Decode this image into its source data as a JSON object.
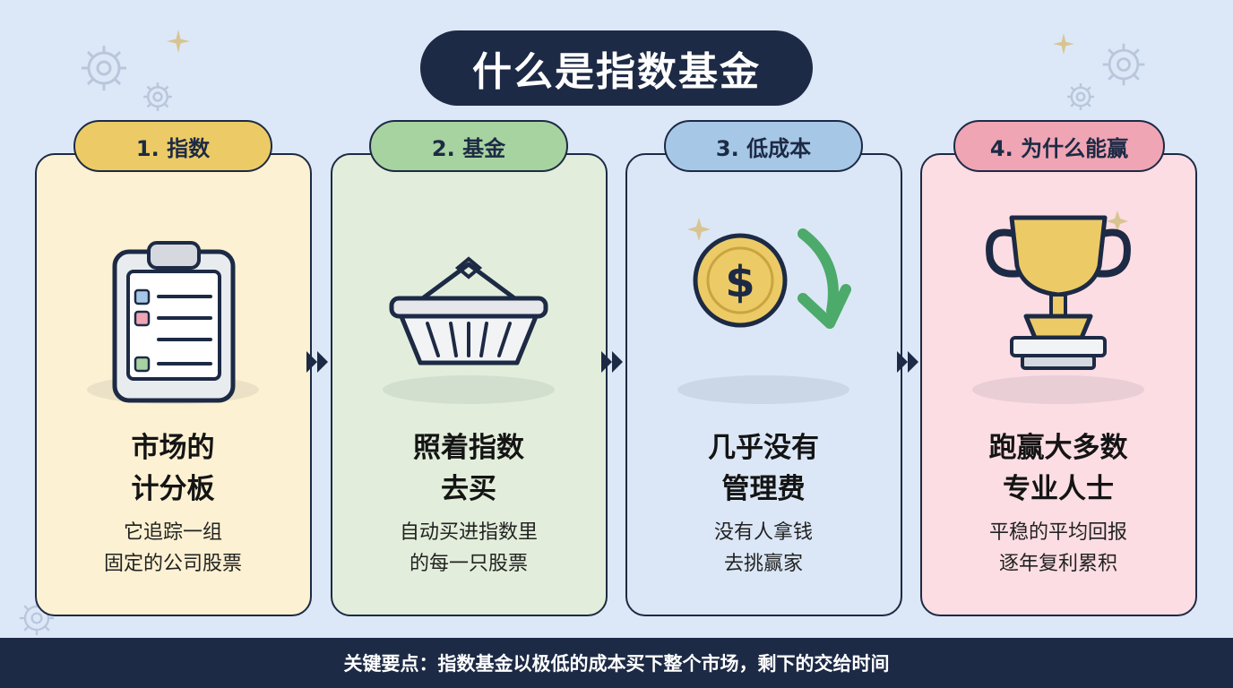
{
  "title": "什么是指数基金",
  "cards": [
    {
      "tab": "1. 指数",
      "icon": "clipboard-icon",
      "headline_line1": "市场的",
      "headline_line2": "计分板",
      "desc_line1": "它追踪一组",
      "desc_line2": "固定的公司股票",
      "bg_color": "#fcf1d2",
      "tab_color": "#eccb66"
    },
    {
      "tab": "2. 基金",
      "icon": "basket-icon",
      "headline_line1": "照着指数",
      "headline_line2": "去买",
      "desc_line1": "自动买进指数里",
      "desc_line2": "的每一只股票",
      "bg_color": "#e2eedb",
      "tab_color": "#a7d3a0"
    },
    {
      "tab": "3. 低成本",
      "icon": "dollar-coin-down-arrow-icon",
      "headline_line1": "几乎没有",
      "headline_line2": "管理费",
      "desc_line1": "没有人拿钱",
      "desc_line2": "去挑赢家",
      "bg_color": "#dbe7f6",
      "tab_color": "#a6c8e6"
    },
    {
      "tab": "4. 为什么能赢",
      "icon": "trophy-icon",
      "headline_line1": "跑赢大多数",
      "headline_line2": "专业人士",
      "desc_line1": "平稳的平均回报",
      "desc_line2": "逐年复利累积",
      "bg_color": "#fbdde3",
      "tab_color": "#efa5b4"
    }
  ],
  "footer": "关键要点：指数基金以极低的成本买下整个市场，剩下的交给时间",
  "colors": {
    "navy": "#1d2a45",
    "background": "#dce8f7",
    "gold": "#eccb66",
    "green": "#4caa6a"
  }
}
